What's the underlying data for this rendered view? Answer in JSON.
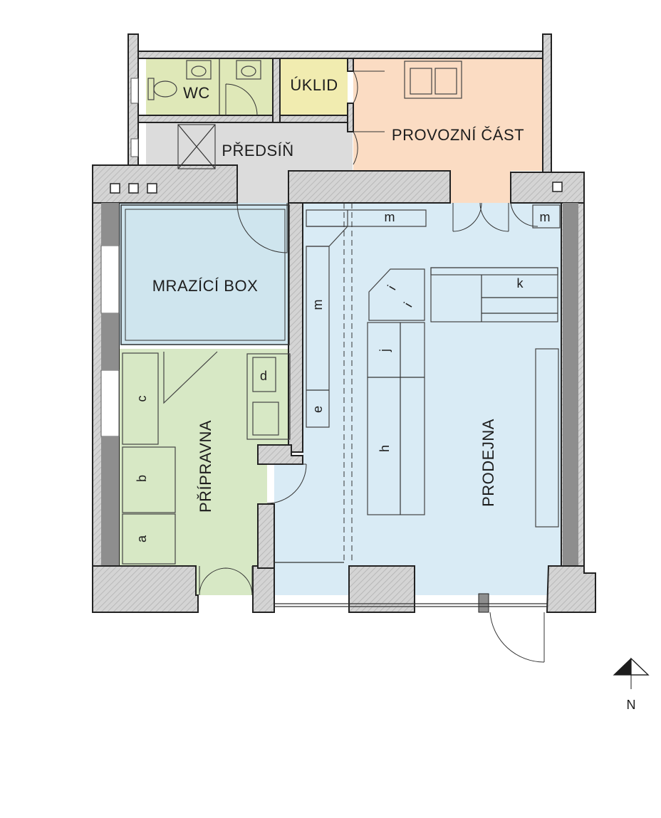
{
  "rooms": {
    "wc": "WC",
    "uklid": "ÚKLID",
    "provozni_cast": "PROVOZNÍ ČÁST",
    "predsin": "PŘEDSÍŇ",
    "mrazici_box": "MRAZÍCÍ BOX",
    "pripravna": "PŘÍPRAVNA",
    "prodejna": "PRODEJNA"
  },
  "fixtures": {
    "m1": "m",
    "m2": "m",
    "m3": "m",
    "k": "k",
    "i1": "i",
    "i2": "i",
    "j": "j",
    "h": "h",
    "e": "e",
    "d": "d",
    "c": "c",
    "b": "b",
    "a": "a"
  },
  "north_label": "N",
  "colors": {
    "wc": "#dfe8b8",
    "uklid": "#f1ecb0",
    "provozni": "#fbdcc3",
    "predsin": "#dcdcdc",
    "mrazici": "#cfe5ee",
    "pripravna": "#d7e8c5",
    "prodejna": "#d9ebf5",
    "wall_hatch": "#cfcfcf"
  }
}
